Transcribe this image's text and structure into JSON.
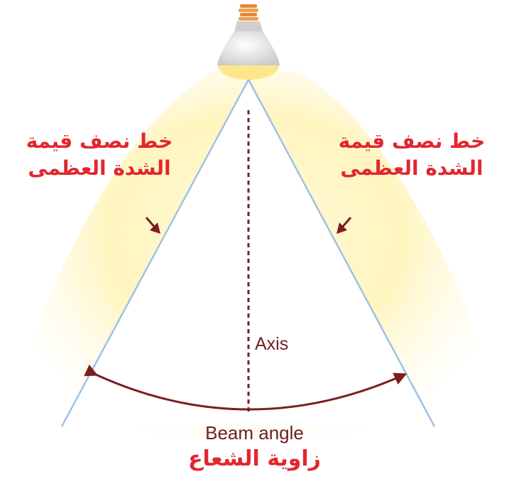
{
  "labels": {
    "half_max_left": [
      "خط نصف قيمة",
      "الشدة العظمى"
    ],
    "half_max_right": [
      "خط نصف قيمة",
      "الشدة العظمى"
    ],
    "axis": "Axis",
    "beam_angle_en": "Beam angle",
    "beam_angle_ar": "زاوية الشعاع"
  },
  "colors": {
    "label_red": "#e3262e",
    "arc_dark_red": "#7b1f1f",
    "beam_line_blue": "#9ec1e6",
    "glow_yellow": "#fff4b8"
  },
  "icons": {
    "lamp": "light-bulb-icon"
  }
}
